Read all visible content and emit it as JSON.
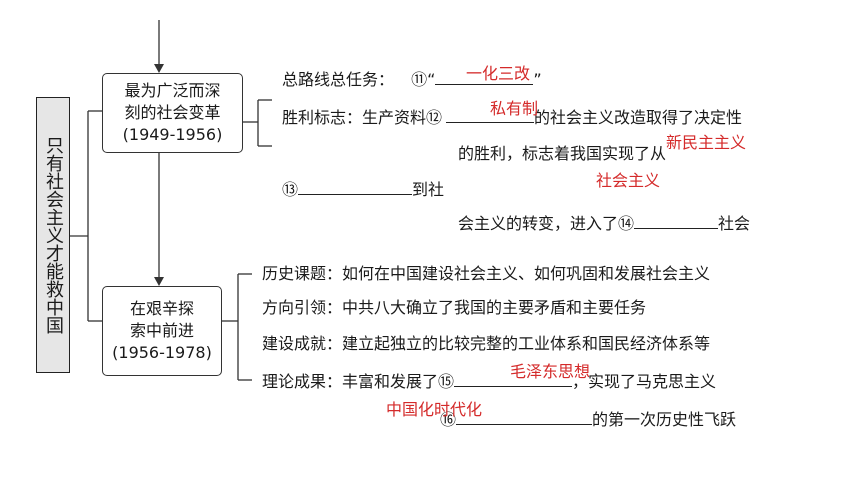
{
  "vertical_title": "只有社会主义才能救中国",
  "phase1": {
    "box_lines": [
      "最为广泛而深",
      "刻的社会变革",
      "(1949-1956)"
    ],
    "item1_label": "总路线总任务：",
    "item1_num": "⑪",
    "item1_quote_open": "“",
    "item1_quote_close": "”",
    "item2_label": "胜利标志：生产资料",
    "item2_num": "⑫",
    "item2_rest": "的社会主义改造取得了决定性",
    "item2_line2": "的胜利，标志着我国实现了从",
    "item2_num2": "⑬",
    "item2_to": "到社",
    "item2_line4": "会主义的转变，进入了",
    "item2_num3": "⑭",
    "item2_end": "社会"
  },
  "phase2": {
    "box_lines": [
      "在艰辛探",
      "索中前进",
      "(1956-1978)"
    ],
    "items": [
      "历史课题：如何在中国建设社会主义、如何巩固和发展社会主义",
      "方向引领：中共八大确立了我国的主要矛盾和主要任务",
      "建设成就：建立起独立的比较完整的工业体系和国民经济体系等"
    ],
    "theory_label": "理论成果：丰富和发展了",
    "theory_num": "⑮",
    "theory_rest": "，实现了马克思主义",
    "theory_num2": "⑯",
    "theory_end": "的第一次历史性飞跃"
  },
  "answers": {
    "a11": "一化三改",
    "a12": "私有制",
    "a13": "新民主主义",
    "a14": "社会主义",
    "a15": "毛泽东思想",
    "a16": "中国化时代化"
  },
  "colors": {
    "answer": "#d42a2a",
    "title_box_bg": "#e6e6e6"
  }
}
